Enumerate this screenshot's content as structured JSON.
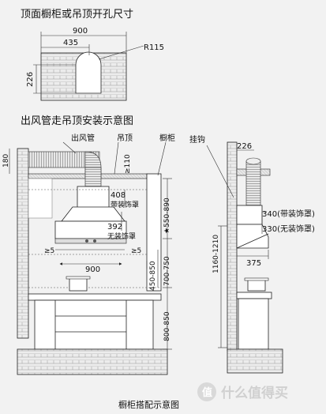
{
  "heading_top": "顶面橱柜或吊顶开孔尺寸",
  "heading_mid": "出风管走吊顶安装示意图",
  "caption_bottom": "橱柜搭配示意图",
  "watermark": "什么值得买",
  "top_dims": {
    "total_width": "900",
    "hole_width": "435",
    "radius": "R115",
    "hole_depth": "226"
  },
  "labels": {
    "duct": "出风管",
    "ceiling": "吊顶",
    "cabinet": "橱柜",
    "hook": "挂钩"
  },
  "front_dims": {
    "d180": "180",
    "d110": "≥110",
    "d408": "408",
    "with_cover": "带装饰罩",
    "d392": "392",
    "without_cover": "无装饰罩",
    "d550_890": "★550-890",
    "ge5_left": "≥5",
    "ge5_right": "≥5",
    "d900": "900",
    "d450_850": "450-850",
    "d700_750": "700-750",
    "d800_850": "800-850"
  },
  "side_dims": {
    "d226": "226",
    "d340": "340(带装饰罩)",
    "d330": "330(无装饰罩)",
    "d375": "375",
    "d1160_1210": "1160-1210"
  }
}
